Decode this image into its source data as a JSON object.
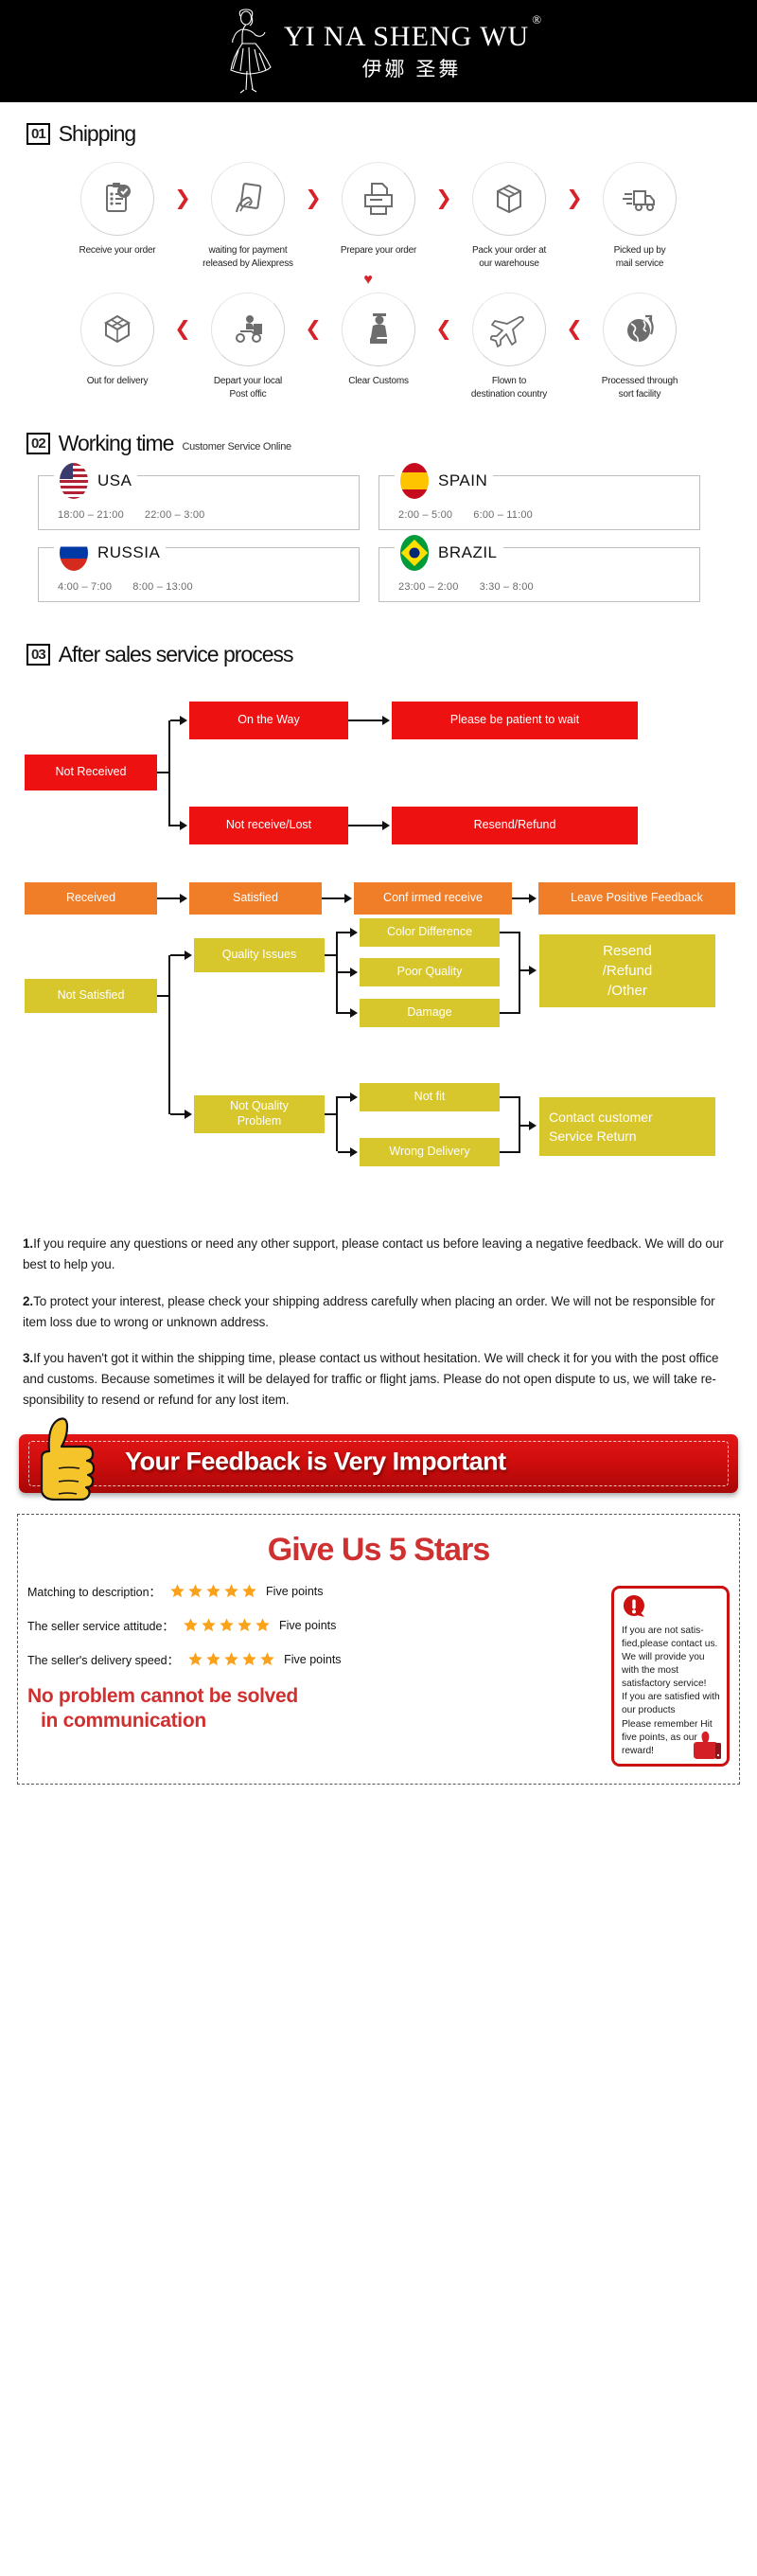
{
  "brand": {
    "latin": "YI NA SHENG WU",
    "registered": "®",
    "chinese": "伊娜 圣舞",
    "logo_icon": "dancer-logo-icon"
  },
  "shipping": {
    "number": "01",
    "title": "Shipping",
    "row1": [
      {
        "icon": "clipboard-check-icon",
        "caption": "Receive your order"
      },
      {
        "icon": "hand-card-icon",
        "caption": "waiting for payment\nreleased by Aliexpress"
      },
      {
        "icon": "printer-icon",
        "caption": "Prepare your order"
      },
      {
        "icon": "box-package-icon",
        "caption": "Pack your order at\nour warehouse"
      },
      {
        "icon": "delivery-truck-icon",
        "caption": "Picked up by\nmail service"
      }
    ],
    "row2": [
      {
        "icon": "open-box-icon",
        "caption": "Out  for delivery"
      },
      {
        "icon": "scooter-courier-icon",
        "caption": "Depart your local\nPost offic"
      },
      {
        "icon": "customs-officer-icon",
        "caption": "Clear Customs"
      },
      {
        "icon": "airplane-icon",
        "caption": "Flown to\ndestination country"
      },
      {
        "icon": "globe-arrow-icon",
        "caption": "Processed through\nsort facility"
      }
    ],
    "chevron_right": "❯",
    "chevron_left": "❮",
    "heart": "♥"
  },
  "working_time": {
    "number": "02",
    "title": "Working time",
    "subtitle": "Customer Service Online",
    "cards": [
      {
        "country": "USA",
        "flag": "usa-flag-icon",
        "times": [
          "18:00 – 21:00",
          "22:00 – 3:00"
        ]
      },
      {
        "country": "SPAIN",
        "flag": "spain-flag-icon",
        "times": [
          "2:00 – 5:00",
          "6:00 – 11:00"
        ]
      },
      {
        "country": "RUSSIA",
        "flag": "russia-flag-icon",
        "times": [
          "4:00 – 7:00",
          "8:00 – 13:00"
        ]
      },
      {
        "country": "BRAZIL",
        "flag": "brazil-flag-icon",
        "times": [
          "23:00 – 2:00",
          "3:30 – 8:00"
        ]
      }
    ]
  },
  "after_sales": {
    "number": "03",
    "title": "After sales service process",
    "colors": {
      "red": "#ee1111",
      "orange": "#f07d28",
      "yellow": "#d7c62c"
    },
    "boxes": {
      "not_received": "Not Received",
      "on_the_way": "On the Way",
      "please_wait": "Please be patient to wait",
      "not_receive_lost": "Not receive/Lost",
      "resend_refund": "Resend/Refund",
      "received": "Received",
      "satisfied": "Satisfied",
      "confirmed_receive": "Conf irmed receive",
      "leave_positive": "Leave Positive Feedback",
      "not_satisfied": "Not Satisfied",
      "quality_issues": "Quality Issues",
      "color_difference": "Color Difference",
      "poor_quality": "Poor Quality",
      "damage": "Damage",
      "resend_refund_other": "Resend\n/Refund\n/Other",
      "not_quality_problem": "Not Quality\nProblem",
      "not_fit": "Not fit",
      "wrong_delivery": "Wrong Delivery",
      "contact_customer": "Contact customer\nService Return"
    }
  },
  "notes": [
    {
      "num": "1.",
      "text": "If you require any questions or need any other support, please contact us before leaving a negative feedback. We will do our best to help you."
    },
    {
      "num": "2.",
      "text": "To protect your interest, please check your shipping address carefully when placing an order. We will not be responsible for item loss due to wrong or unknown address."
    },
    {
      "num": "3.",
      "text": "If you haven't got it within the shipping time, please contact us without hesitation. We will check it for you with the post office and customs. Because sometimes it will be delayed for traffic or flight jams. Please do not open dispute to us, we will take re-sponsibility to resend or refund for any lost item."
    }
  ],
  "feedback_banner": {
    "text": "Your Feedback is Very Important",
    "icon": "thumbs-up-icon",
    "color": "#cf0d0d"
  },
  "stars_section": {
    "title": "Give Us 5 Stars",
    "rows": [
      {
        "label": "Matching to description：",
        "stars": 5,
        "points": "Five points"
      },
      {
        "label": "The seller service attitude：",
        "stars": 5,
        "points": "Five points"
      },
      {
        "label": "The seller's delivery speed：",
        "stars": 5,
        "points": "Five points"
      }
    ],
    "slogan_line1": "No problem cannot be solved",
    "slogan_line2": "in communication",
    "callout": {
      "icon": "exclamation-bubble-icon",
      "thumb_icon": "red-thumbs-up-icon",
      "text": "If you are not satis-fied,please contact us. We will provide you with the most satisfactory service!\nIf you are satisfied with our products\nPlease remember Hit five points, as our reward!"
    }
  }
}
